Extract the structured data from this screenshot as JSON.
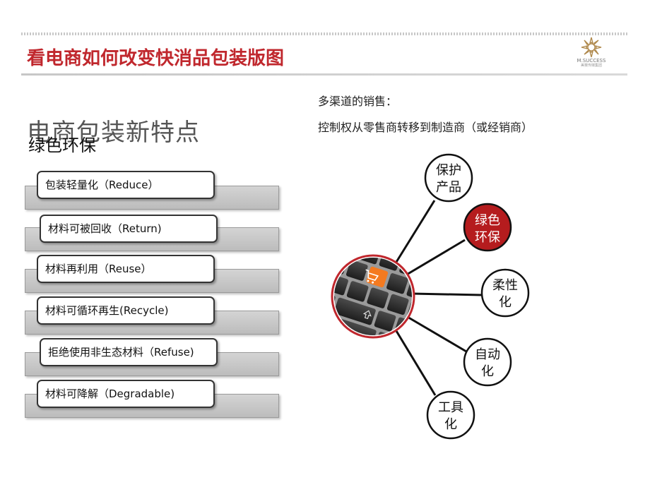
{
  "header": {
    "title": "看电商如何改变快消品包装版图",
    "logo_text": "M.SUCCESS",
    "logo_subtext": "美赛传媒集团"
  },
  "left": {
    "background_title": "电商包装新特点",
    "subtitle": "绿色环保",
    "items": [
      {
        "label": "包装轻量化（Reduce）"
      },
      {
        "label": "材料可被回收（Return)"
      },
      {
        "label": "材料再利用（Reuse）"
      },
      {
        "label": "材料可循环再生(Recycle)"
      },
      {
        "label": "拒绝使用非生态材料（Refuse)"
      },
      {
        "label": "材料可降解（Degradable)"
      }
    ]
  },
  "right": {
    "line1": "多渠道的销售：",
    "line2": "控制权从零售商转移到制造商（或经销商）",
    "nodes": [
      {
        "label": "保护\n产品",
        "line1": "保护",
        "line2": "产品",
        "highlight": false
      },
      {
        "label": "绿色\n环保",
        "line1": "绿色",
        "line2": "环保",
        "highlight": true
      },
      {
        "label": "柔性\n化",
        "line1": "柔性",
        "line2": "化",
        "highlight": false
      },
      {
        "label": "自动\n化",
        "line1": "自动",
        "line2": "化",
        "highlight": false
      },
      {
        "label": "工具\n化",
        "line1": "工具",
        "line2": "化",
        "highlight": false
      }
    ]
  },
  "colors": {
    "title": "#c0272d",
    "highlight_fill": "#b51c1e",
    "hub_ring": "#c0272d",
    "key_orange": "#f47a20",
    "keys_dark": "#2e2e2e"
  },
  "icons": [
    "cart-icon",
    "arrow-up-icon"
  ]
}
